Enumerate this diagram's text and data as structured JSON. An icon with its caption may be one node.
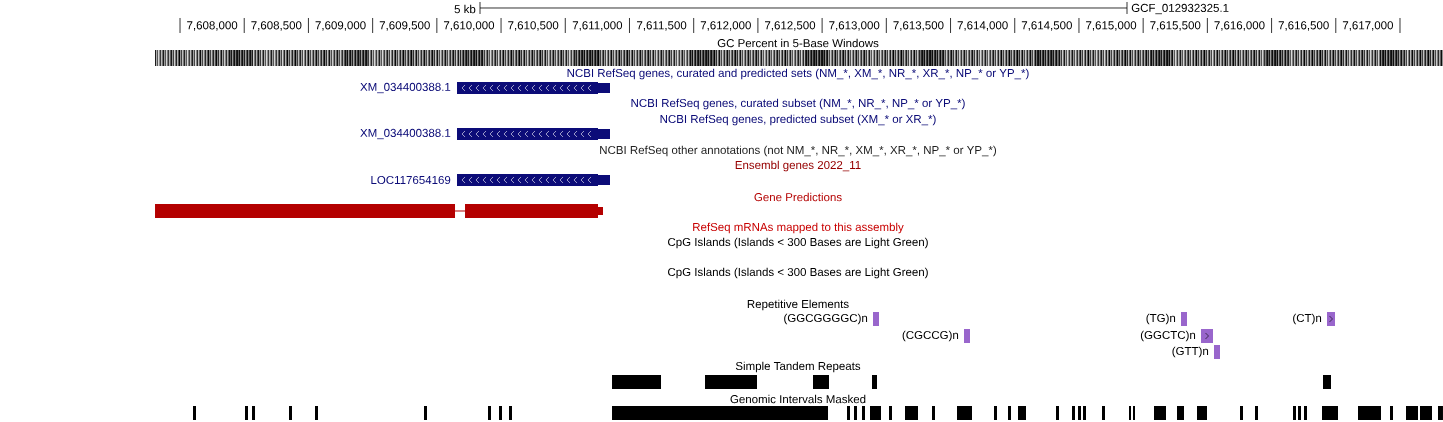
{
  "diagram": {
    "nodes": [
      {
        "text": [],
        "shape": "bar",
        "beside": [
          "XM_034400388.1"
        ]
      },
      {
        "text": [],
        "shape": "bar",
        "beside": [
          "XM_034400388.1"
        ]
      },
      {
        "text": [],
        "shape": "bar",
        "beside": [
          "LOC117654169"
        ]
      },
      {
        "text": [],
        "shape": "bar"
      },
      {
        "text": [],
        "shape": "bar",
        "beside": [
          "(GGCGGGGC)n"
        ]
      },
      {
        "text": [],
        "shape": "bar",
        "beside": [
          "(TG)n"
        ]
      },
      {
        "text": [],
        "shape": "bar",
        "beside": [
          "(CT)n"
        ]
      },
      {
        "text": [],
        "shape": "bar",
        "beside": [
          "(CGCCG)n"
        ]
      },
      {
        "text": [],
        "shape": "bar",
        "beside": [
          "(GGCTC)n"
        ]
      },
      {
        "text": [],
        "shape": "bar",
        "beside": [
          "(GTT)n"
        ]
      }
    ],
    "labels": [
      "5 kb",
      "GCF_012932325.1",
      "7,608,000",
      "7,608,500",
      "7,609,000",
      "7,609,500",
      "7,610,000",
      "7,610,500",
      "7,611,000",
      "7,611,500",
      "7,612,000",
      "7,612,500",
      "7,613,000",
      "7,613,500",
      "7,614,000",
      "7,614,500",
      "7,615,000",
      "7,615,500",
      "7,616,000",
      "7,616,500",
      "7,617,000",
      "GC Percent in 5-Base Windows",
      "NCBI RefSeq genes, curated and predicted sets (NM_*, XM_*, NR_*, XR_*, NP_* or YP_*)",
      "NCBI RefSeq genes, curated subset (NM_*, NR_*, NP_* or YP_*)",
      "NCBI RefSeq genes, predicted subset (XM_* or XR_*)",
      "NCBI RefSeq other annotations (not NM_*, NR_*, XM_*, XR_*, NP_* or YP_*)",
      "Ensembl genes 2022_11",
      "Gene Predictions",
      "RefSeq mRNAs mapped to this assembly",
      "CpG Islands (Islands < 300 Bases are Light Green)",
      "CpG Islands (Islands < 300 Bases are Light Green)",
      "Repetitive Elements",
      "Simple Tandem Repeats",
      "Genomic Intervals Masked"
    ]
  }
}
